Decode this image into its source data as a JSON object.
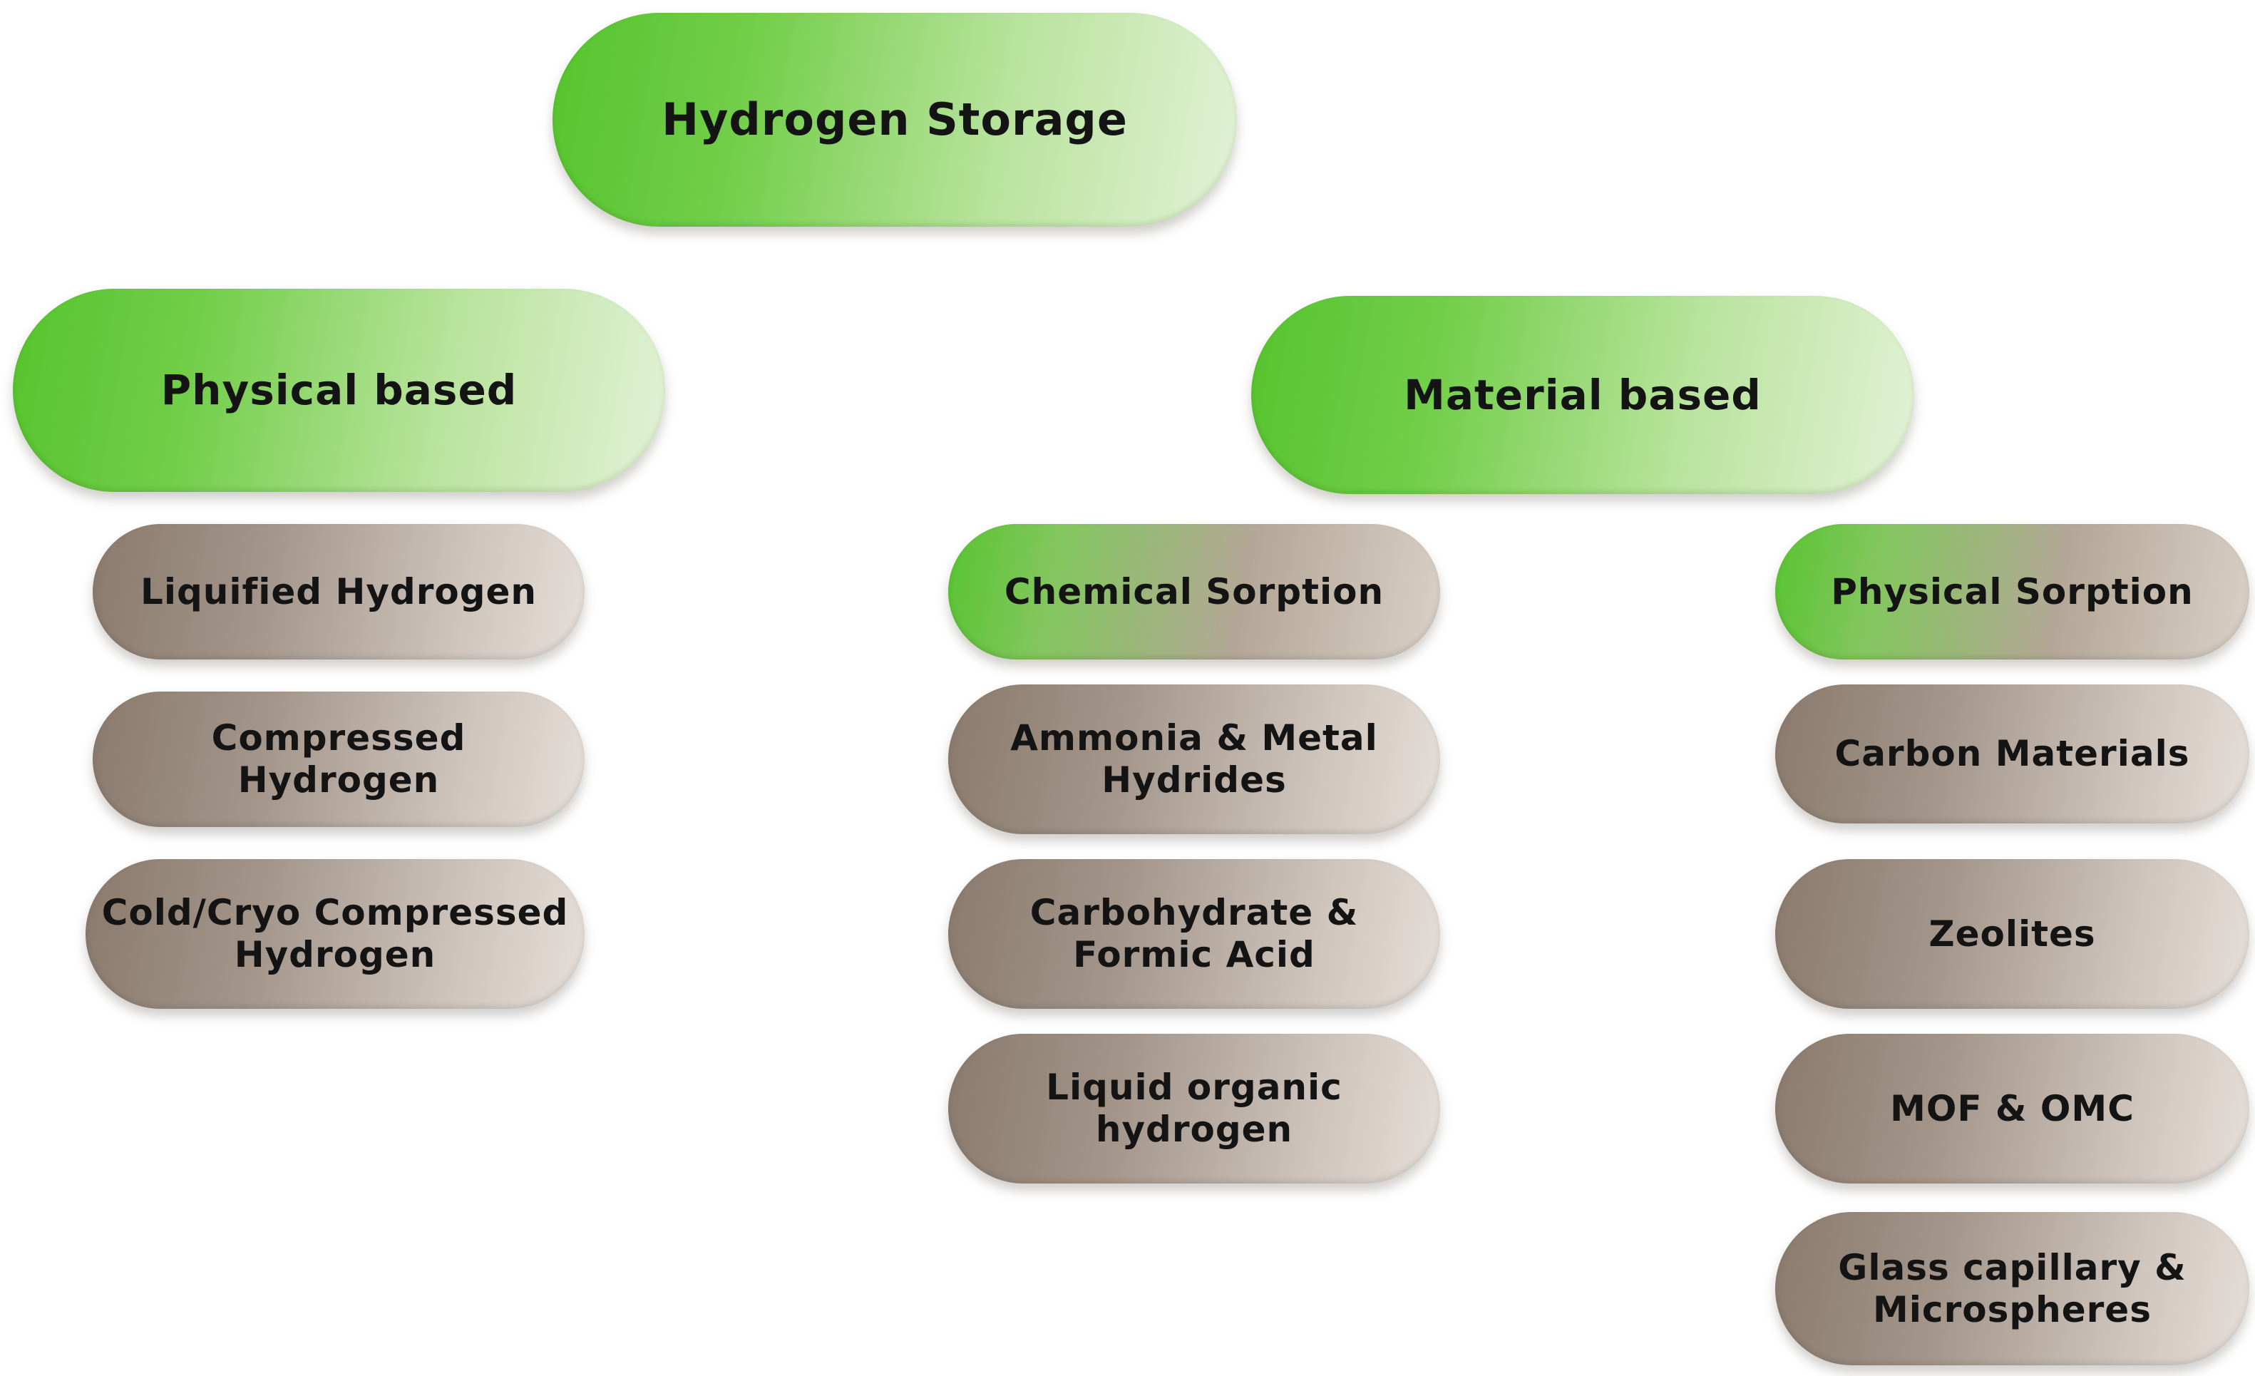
{
  "diagram": {
    "title": "Hydrogen Storage",
    "physical_based": {
      "label": "Physical based",
      "children": [
        "Liquified Hydrogen",
        "Compressed Hydrogen",
        "Cold/Cryo Compressed Hydrogen"
      ]
    },
    "material_based": {
      "label": "Material based",
      "chemical_sorption": {
        "label": "Chemical Sorption",
        "children": [
          "Ammonia & Metal Hydrides",
          "Carbohydrate & Formic Acid",
          "Liquid organic hydrogen"
        ]
      },
      "physical_sorption": {
        "label": "Physical Sorption",
        "children": [
          "Carbon Materials",
          "Zeolites",
          "MOF & OMC",
          "Glass capillary & Microspheres"
        ]
      }
    },
    "colors": {
      "green_gradient_start": "#55c42d",
      "green_gradient_end": "#e2f2d7",
      "brown_gradient_start": "#8a7a6d",
      "brown_gradient_end": "#e5ded8",
      "text": "#141414",
      "background": "#ffffff"
    }
  }
}
